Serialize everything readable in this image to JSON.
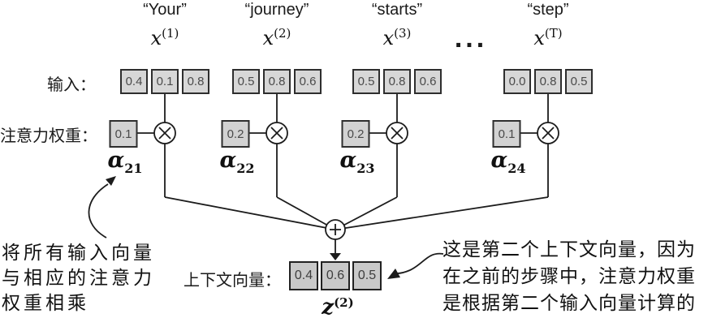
{
  "labels": {
    "input": "输入：",
    "attention_weights": "注意力权重：",
    "context_vector": "上下文向量：",
    "dots": "..."
  },
  "columns": [
    {
      "word": "“Your”",
      "var_base": "x",
      "var_sup": "(1)",
      "values": [
        "0.4",
        "0.1",
        "0.8"
      ],
      "weight": "0.1",
      "alpha_base": "α",
      "alpha_sub": "21"
    },
    {
      "word": "“journey”",
      "var_base": "x",
      "var_sup": "(2)",
      "values": [
        "0.5",
        "0.8",
        "0.6"
      ],
      "weight": "0.2",
      "alpha_base": "α",
      "alpha_sub": "22"
    },
    {
      "word": "“starts”",
      "var_base": "x",
      "var_sup": "(3)",
      "values": [
        "0.5",
        "0.8",
        "0.6"
      ],
      "weight": "0.2",
      "alpha_base": "α",
      "alpha_sub": "23"
    },
    {
      "word": "“step”",
      "var_base": "x",
      "var_sup": "(T)",
      "values": [
        "0.0",
        "0.8",
        "0.5"
      ],
      "weight": "0.1",
      "alpha_base": "α",
      "alpha_sub": "24"
    }
  ],
  "context": {
    "values": [
      "0.4",
      "0.6",
      "0.5"
    ],
    "var_base": "z",
    "var_sup": "(2)"
  },
  "operators": {
    "multiply": "×",
    "add": "+"
  },
  "annotations": {
    "left": {
      "lines": [
        "将所有输入向量",
        "与相应的注意力",
        "权重相乘"
      ]
    },
    "right": {
      "lines": [
        "这是第二个上下文向量，因为",
        "在之前的步骤中，注意力权重",
        "是根据第二个输入向量计算的"
      ]
    }
  },
  "colors": {
    "input_box_fill": "#d7d7d7",
    "weight_box_fill": "#d2d2d2",
    "context_box_fill": "#c9c9c9",
    "line": "#1c1c1c",
    "background": "#ffffff"
  }
}
